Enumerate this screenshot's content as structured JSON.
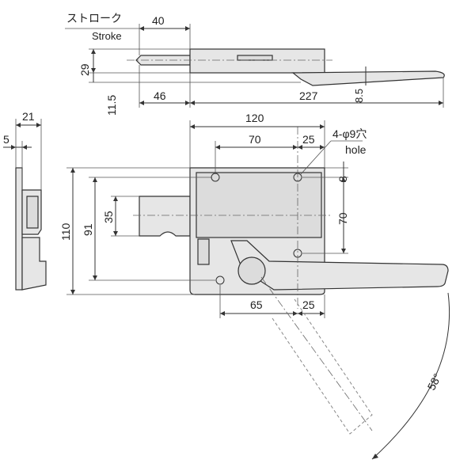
{
  "labels": {
    "stroke_jp": "ストローク",
    "stroke_en": "Stroke",
    "hole_jp": "4-φ9穴",
    "hole_en": "hole"
  },
  "dimensions": {
    "stroke": "40",
    "side_height": "29",
    "offset": "11.5",
    "bolt_length": "46",
    "handle_length": "227",
    "handle_thickness": "8.5",
    "front_depth": "21",
    "front_lip": "5",
    "body_width": "120",
    "hole_pitch_top": "70",
    "hole_offset_top": "25",
    "hole_top_margin": "8",
    "hole_pitch_vertical": "70",
    "bolt_height": "35",
    "inner_height": "91",
    "overall_height": "110",
    "lower_pitch": "65",
    "lower_offset": "25",
    "swing_angle": "58°"
  }
}
